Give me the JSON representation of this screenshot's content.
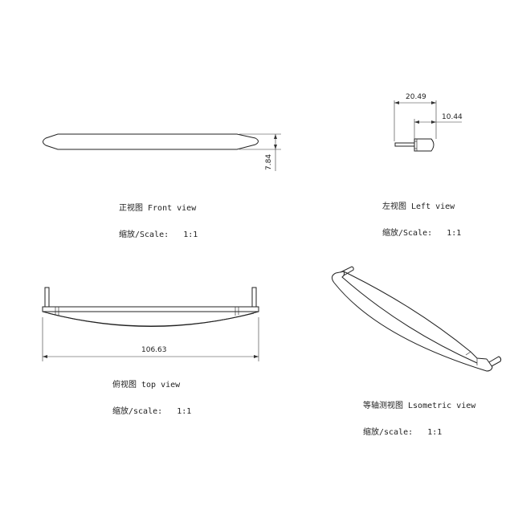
{
  "views": {
    "front": {
      "title": "正视图 Front view",
      "scale": "缩放/Scale:   1:1",
      "dimension": "7.84"
    },
    "left": {
      "title": "左视图 Left view",
      "scale": "缩放/Scale:   1:1",
      "dimension_overall": "20.49",
      "dimension_head": "10.44"
    },
    "top": {
      "title": "俯视图 top view",
      "scale": "缩放/scale:   1:1",
      "dimension": "106.63"
    },
    "isometric": {
      "title": "等轴测视图 Lsometric view",
      "scale": "缩放/scale:   1:1"
    }
  },
  "colors": {
    "line": "#222222",
    "background": "#ffffff"
  }
}
